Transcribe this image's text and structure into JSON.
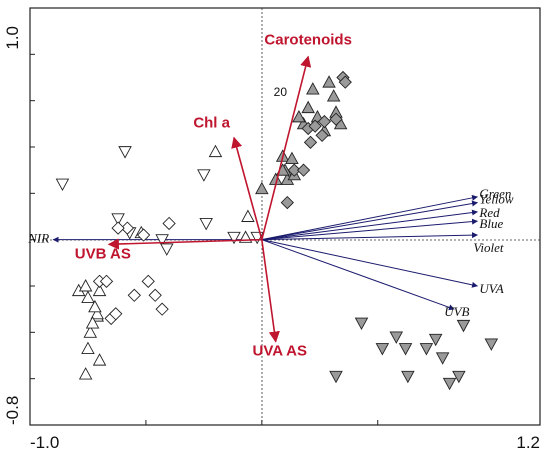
{
  "chart_data": {
    "type": "scatter",
    "title": "",
    "xlabel": "",
    "ylabel": "",
    "xlim": [
      -1.0,
      1.2
    ],
    "ylim": [
      -0.8,
      1.0
    ],
    "grid": false,
    "x_tick_labels": [
      "-1.0",
      "1.2"
    ],
    "y_tick_labels": [
      "1.0",
      "-0.8"
    ],
    "x_minor_ticks": [
      -0.5,
      0.0,
      0.5
    ],
    "y_minor_ticks": [
      0.8,
      0.6,
      0.4,
      0.2,
      0.0,
      -0.2,
      -0.4,
      -0.6
    ],
    "colors": {
      "response_arrow": "#c0152f",
      "env_arrow": "#1b1b6e",
      "filled_marker": "#9a9a9a"
    },
    "response_arrows": [
      {
        "label": "Carotenoids",
        "x": 0.2,
        "y": 0.79
      },
      {
        "label": "Chl a",
        "x": -0.12,
        "y": 0.44
      },
      {
        "label": "UVB AS",
        "x": -0.66,
        "y": -0.02
      },
      {
        "label": "UVA AS",
        "x": 0.06,
        "y": -0.44
      }
    ],
    "env_arrows": [
      {
        "label": "Green",
        "x": 0.93,
        "y": 0.185
      },
      {
        "label": "Yellow",
        "x": 0.93,
        "y": 0.16
      },
      {
        "label": "Red",
        "x": 0.93,
        "y": 0.12
      },
      {
        "label": "Blue",
        "x": 0.93,
        "y": 0.08
      },
      {
        "label": "Violet",
        "x": 0.93,
        "y": 0.02
      },
      {
        "label": "UVA",
        "x": 0.93,
        "y": -0.2
      },
      {
        "label": "UVB",
        "x": 0.83,
        "y": -0.3
      },
      {
        "label": "NIR",
        "x": -0.9,
        "y": 0.0
      }
    ],
    "annotations": [
      {
        "text": "20",
        "x": 0.08,
        "y": 0.62
      }
    ],
    "series": [
      {
        "marker": "triangle-up-open",
        "points": [
          [
            -0.79,
            -0.22
          ],
          [
            -0.76,
            -0.2
          ],
          [
            -0.75,
            -0.25
          ],
          [
            -0.71,
            -0.33
          ],
          [
            -0.71,
            -0.32
          ],
          [
            -0.74,
            -0.4
          ],
          [
            -0.75,
            -0.47
          ],
          [
            -0.76,
            -0.58
          ],
          [
            -0.7,
            -0.52
          ],
          [
            -0.73,
            -0.36
          ],
          [
            -0.7,
            -0.22
          ],
          [
            -0.72,
            -0.29
          ],
          [
            -0.2,
            0.38
          ],
          [
            -0.07,
            0.01
          ],
          [
            -0.52,
            0.03
          ],
          [
            -0.06,
            0.1
          ]
        ]
      },
      {
        "marker": "triangle-down-open",
        "points": [
          [
            -0.86,
            0.24
          ],
          [
            -0.59,
            0.38
          ],
          [
            -0.62,
            0.09
          ],
          [
            -0.57,
            0.03
          ],
          [
            -0.43,
            0.0
          ],
          [
            -0.41,
            -0.04
          ],
          [
            -0.24,
            0.07
          ],
          [
            -0.25,
            0.28
          ],
          [
            -0.12,
            0.01
          ],
          [
            -0.02,
            0.01
          ]
        ]
      },
      {
        "marker": "diamond-open",
        "points": [
          [
            -0.7,
            -0.18
          ],
          [
            -0.65,
            -0.34
          ],
          [
            -0.63,
            -0.32
          ],
          [
            -0.67,
            -0.18
          ],
          [
            -0.55,
            -0.24
          ],
          [
            -0.49,
            -0.18
          ],
          [
            -0.46,
            -0.24
          ],
          [
            -0.43,
            -0.3
          ],
          [
            -0.58,
            0.05
          ],
          [
            -0.62,
            0.05
          ],
          [
            -0.4,
            0.07
          ],
          [
            -0.51,
            0.02
          ]
        ]
      },
      {
        "marker": "triangle-up-filled",
        "points": [
          [
            0.09,
            0.36
          ],
          [
            0.13,
            0.35
          ],
          [
            0.18,
            0.5
          ],
          [
            0.16,
            0.53
          ],
          [
            0.2,
            0.57
          ],
          [
            0.22,
            0.65
          ],
          [
            0.24,
            0.53
          ],
          [
            0.27,
            0.47
          ],
          [
            0.29,
            0.68
          ],
          [
            0.31,
            0.62
          ],
          [
            0.32,
            0.55
          ],
          [
            0.34,
            0.5
          ],
          [
            0.1,
            0.3
          ],
          [
            0.11,
            0.26
          ],
          [
            0.14,
            0.28
          ],
          [
            0.0,
            0.22
          ],
          [
            0.06,
            0.26
          ],
          [
            0.09,
            0.3
          ]
        ]
      },
      {
        "marker": "diamond-filled",
        "points": [
          [
            0.14,
            0.3
          ],
          [
            0.18,
            0.3
          ],
          [
            0.2,
            0.48
          ],
          [
            0.21,
            0.42
          ],
          [
            0.23,
            0.49
          ],
          [
            0.26,
            0.45
          ],
          [
            0.27,
            0.51
          ],
          [
            0.32,
            0.52
          ],
          [
            0.35,
            0.7
          ],
          [
            0.36,
            0.68
          ],
          [
            0.11,
            0.16
          ]
        ]
      },
      {
        "marker": "triangle-down-filled",
        "points": [
          [
            0.43,
            -0.36
          ],
          [
            0.52,
            -0.47
          ],
          [
            0.62,
            -0.47
          ],
          [
            0.63,
            -0.59
          ],
          [
            0.71,
            -0.47
          ],
          [
            0.78,
            -0.51
          ],
          [
            0.81,
            -0.62
          ],
          [
            0.85,
            -0.59
          ],
          [
            0.87,
            -0.37
          ],
          [
            0.99,
            -0.45
          ],
          [
            0.32,
            -0.59
          ],
          [
            0.58,
            -0.42
          ],
          [
            0.75,
            -0.43
          ]
        ]
      }
    ]
  }
}
